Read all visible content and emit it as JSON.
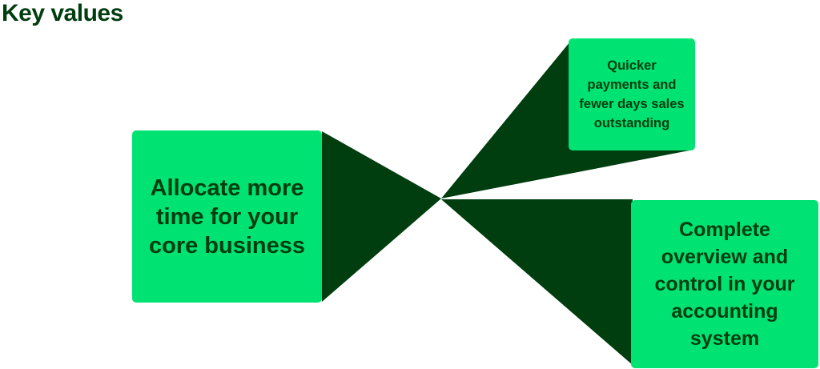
{
  "title": "Key values",
  "colors": {
    "box": "#00e272",
    "wedge": "#003d0f",
    "text": "#003d0f"
  },
  "values": [
    {
      "label": "Allocate more time for your core business"
    },
    {
      "label": "Quicker payments and fewer days sales outstanding"
    },
    {
      "label": "Complete overview and control in your accounting system"
    }
  ]
}
